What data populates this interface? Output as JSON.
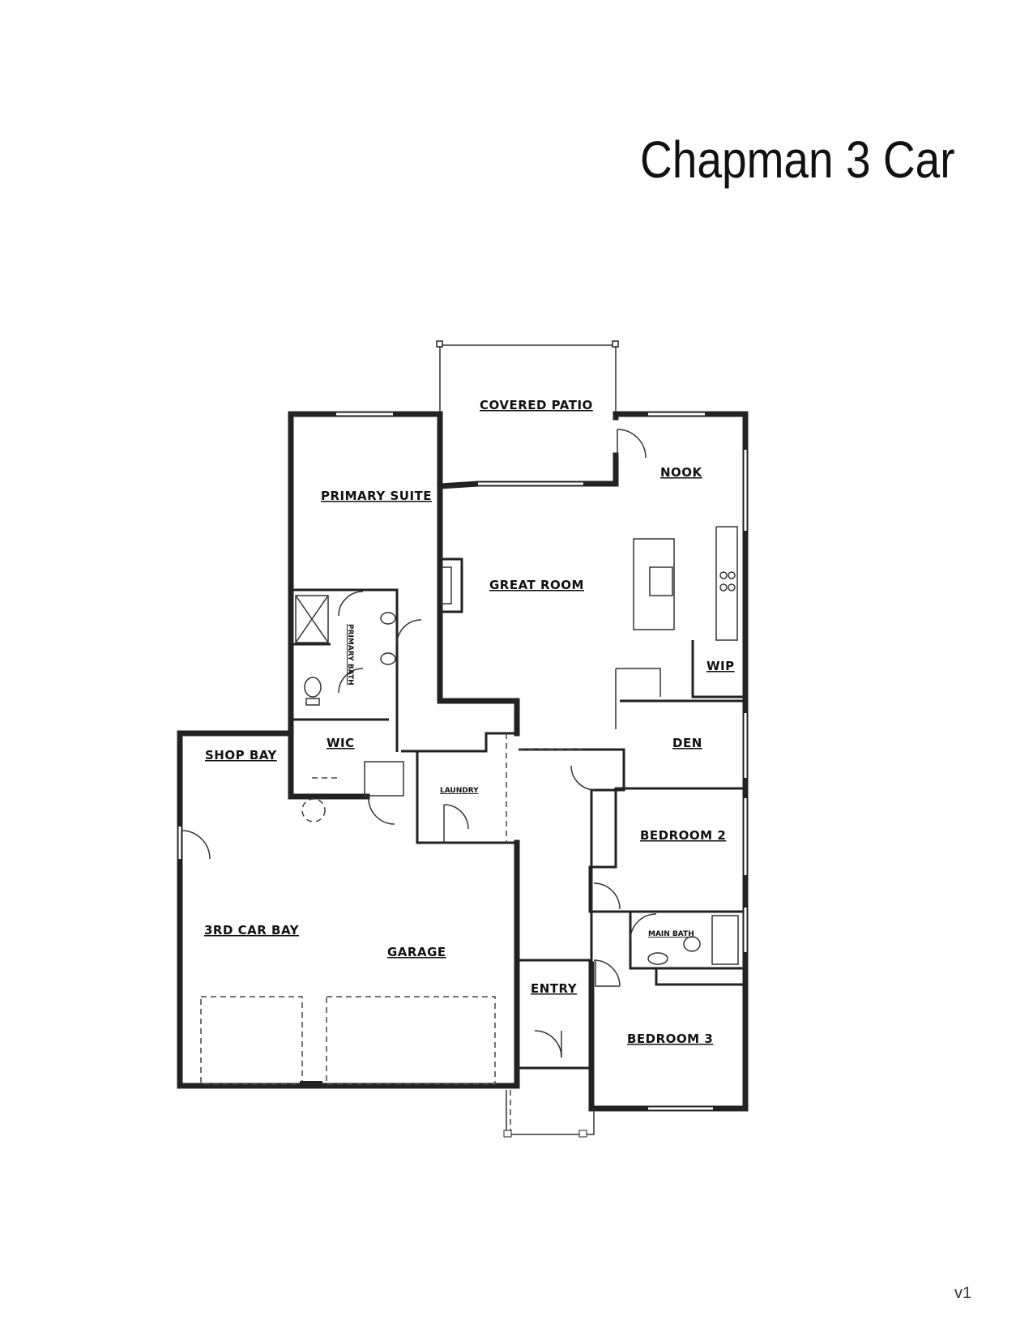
{
  "title": "Chapman 3 Car",
  "version": "v1",
  "rooms": {
    "covered_patio": "COVERED PATIO",
    "nook": "NOOK",
    "primary_suite": "PRIMARY SUITE",
    "great_room": "GREAT ROOM",
    "primary_bath": "PRIMARY BATH",
    "wip": "WIP",
    "wic": "WIC",
    "den": "DEN",
    "shop_bay": "SHOP BAY",
    "laundry": "LAUNDRY",
    "bedroom_2": "BEDROOM 2",
    "third_car_bay": "3RD CAR BAY",
    "garage": "GARAGE",
    "main_bath": "MAIN BATH",
    "entry": "ENTRY",
    "bedroom_3": "BEDROOM 3"
  }
}
